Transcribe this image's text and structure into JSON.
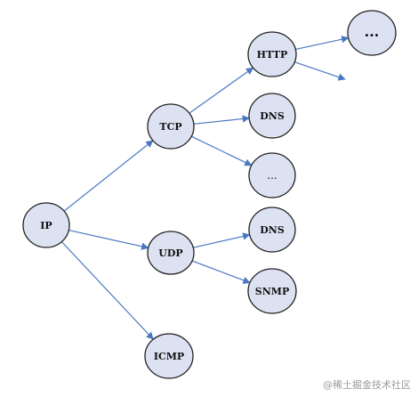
{
  "colors": {
    "edge": "#4a78c2",
    "node_fill": "#dde2f2",
    "node_stroke": "#222222",
    "text": "#111111",
    "watermark": "#9a9a9a"
  },
  "nodes": [
    {
      "id": "ip",
      "label": "IP"
    },
    {
      "id": "tcp",
      "label": "TCP"
    },
    {
      "id": "udp",
      "label": "UDP"
    },
    {
      "id": "icmp",
      "label": "ICMP"
    },
    {
      "id": "http",
      "label": "HTTP"
    },
    {
      "id": "dns1",
      "label": "DNS"
    },
    {
      "id": "more1",
      "label": "..."
    },
    {
      "id": "more2",
      "label": "..."
    },
    {
      "id": "dns2",
      "label": "DNS"
    },
    {
      "id": "snmp",
      "label": "SNMP"
    }
  ],
  "edges": [
    {
      "from": "ip",
      "to": "tcp"
    },
    {
      "from": "ip",
      "to": "udp"
    },
    {
      "from": "ip",
      "to": "icmp"
    },
    {
      "from": "tcp",
      "to": "http"
    },
    {
      "from": "tcp",
      "to": "dns1"
    },
    {
      "from": "tcp",
      "to": "more1"
    },
    {
      "from": "udp",
      "to": "dns2"
    },
    {
      "from": "udp",
      "to": "snmp"
    },
    {
      "from": "http",
      "to": "more2"
    },
    {
      "from": "http",
      "to": null
    }
  ],
  "watermark": "@稀土掘金技术社区"
}
